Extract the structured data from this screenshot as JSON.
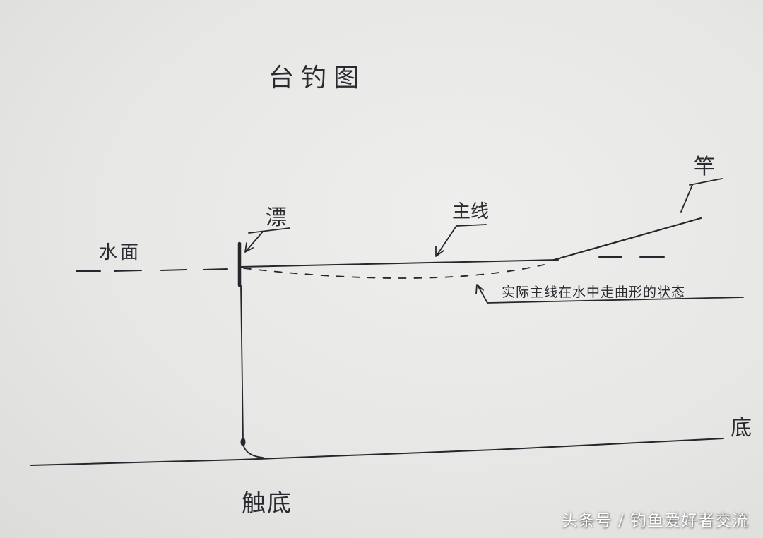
{
  "diagram": {
    "title": "台钓图",
    "labels": {
      "water_surface": "水面",
      "float": "漂",
      "main_line": "主线",
      "rod": "竿",
      "bottom": "底",
      "dashed_state": "实际主线在水中走曲形的状态",
      "hook_on_bottom": "触底"
    }
  },
  "watermark": "头条号 / 钓鱼爱好者交流"
}
